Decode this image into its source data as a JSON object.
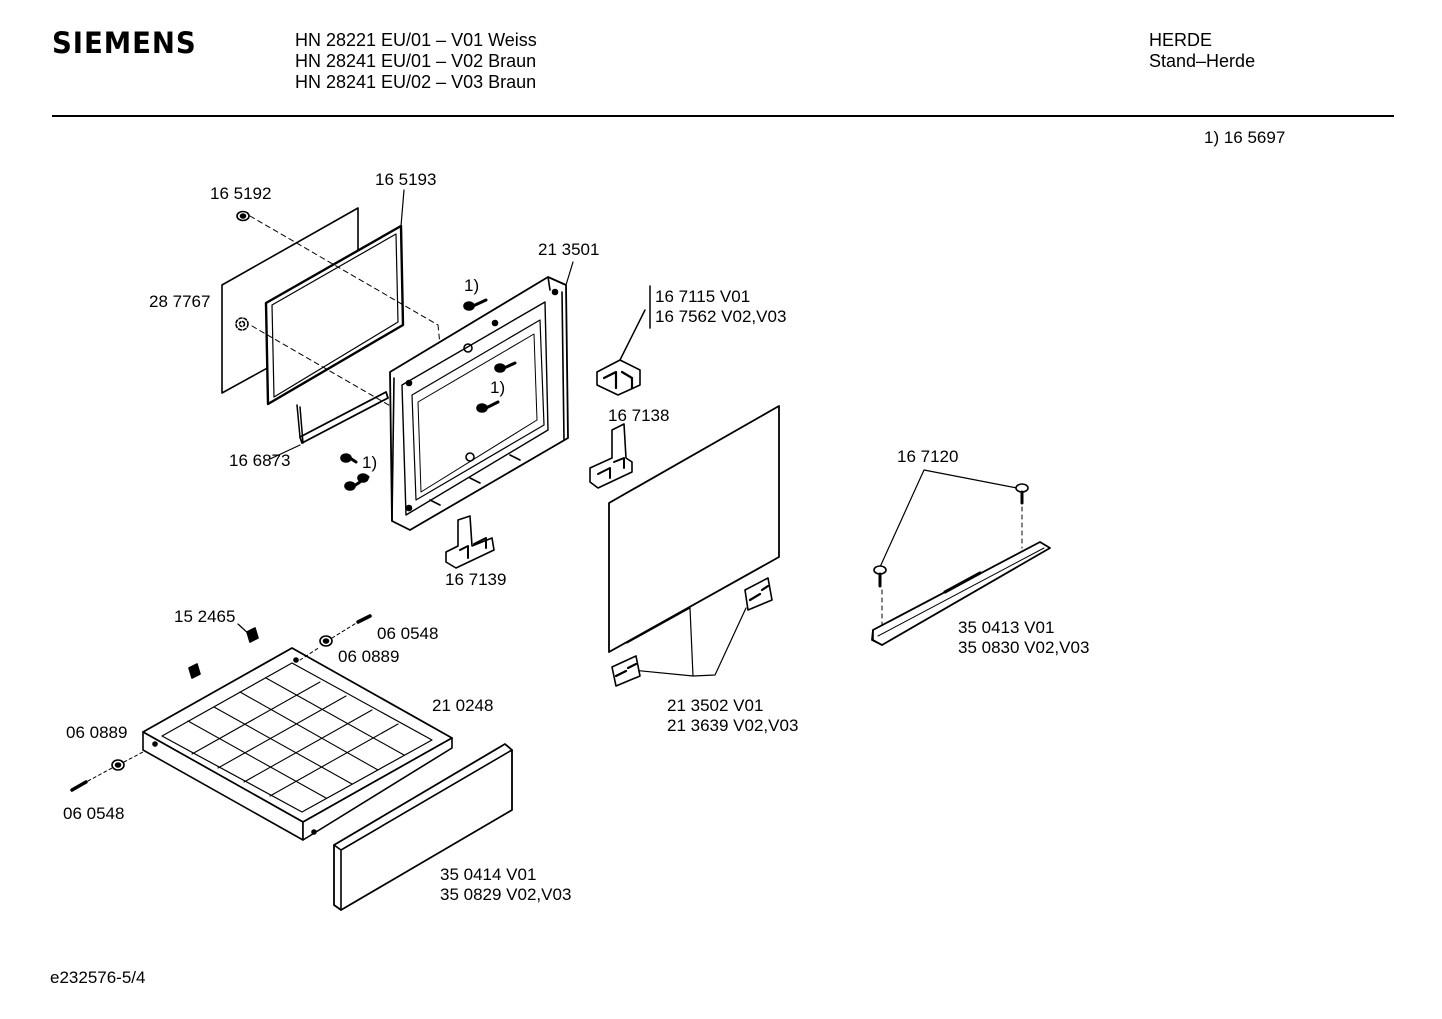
{
  "header": {
    "brand": "SIEMENS",
    "models": [
      "HN 28221 EU/01 – V01 Weiss",
      "HN 28241 EU/01 – V02 Braun",
      "HN 28241 EU/02 – V03 Braun"
    ],
    "category": "HERDE",
    "subcategory": "Stand–Herde"
  },
  "note": "1) 16 5697",
  "parts": {
    "p165192": "16 5192",
    "p165193": "16 5193",
    "p287767": "28 7767",
    "p213501": "21 3501",
    "ref1a": "1)",
    "ref1b": "1)",
    "ref1c": "1)",
    "p166873": "16 6873",
    "p167115": [
      "16 7115 V01",
      "16 7562 V02,V03"
    ],
    "p167138": "16 7138",
    "p167139": "16 7139",
    "p167120": "16 7120",
    "p350413": [
      "35 0413 V01",
      "35 0830 V02,V03"
    ],
    "p152465": "15 2465",
    "p060548a": "06 0548",
    "p060889a": "06 0889",
    "p210248": "21 0248",
    "p060889b": "06 0889",
    "p060548b": "06 0548",
    "p213502": [
      "21 3502 V01",
      "21 3639 V02,V03"
    ],
    "p350414": [
      "35 0414 V01",
      "35 0829 V02,V03"
    ]
  },
  "footer": "e232576-5/4"
}
